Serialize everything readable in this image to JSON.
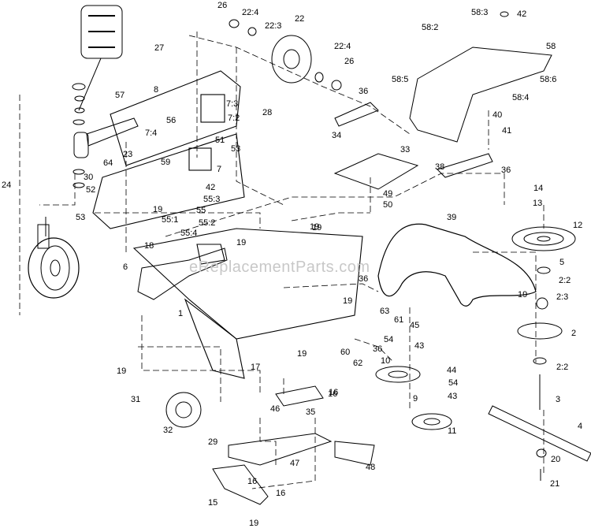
{
  "watermark": "eReplacementParts.com",
  "labels": [
    "26",
    "22:4",
    "22:3",
    "22",
    "22:4",
    "26",
    "27",
    "8",
    "57",
    "7:3",
    "7:2",
    "28",
    "56",
    "7:4",
    "59",
    "51",
    "53",
    "23",
    "64",
    "30",
    "52",
    "24",
    "7",
    "42",
    "55:3",
    "19",
    "55",
    "55:1",
    "55:2",
    "55:4",
    "53",
    "36",
    "34",
    "33",
    "49",
    "50",
    "19",
    "40",
    "41",
    "38",
    "36",
    "58:3",
    "42",
    "58:2",
    "58",
    "58:5",
    "58:6",
    "58:4",
    "39",
    "14",
    "13",
    "12",
    "5",
    "2:2",
    "2:3",
    "19",
    "2",
    "2:2",
    "3",
    "4",
    "20",
    "21",
    "19",
    "18",
    "6",
    "19",
    "36",
    "1",
    "19",
    "63",
    "61",
    "45",
    "54",
    "43",
    "36",
    "62",
    "60",
    "19",
    "16",
    "17",
    "10",
    "44",
    "54",
    "43",
    "9",
    "11",
    "19",
    "31",
    "46",
    "16",
    "35",
    "32",
    "29",
    "47",
    "48",
    "16",
    "16",
    "15",
    "19"
  ]
}
